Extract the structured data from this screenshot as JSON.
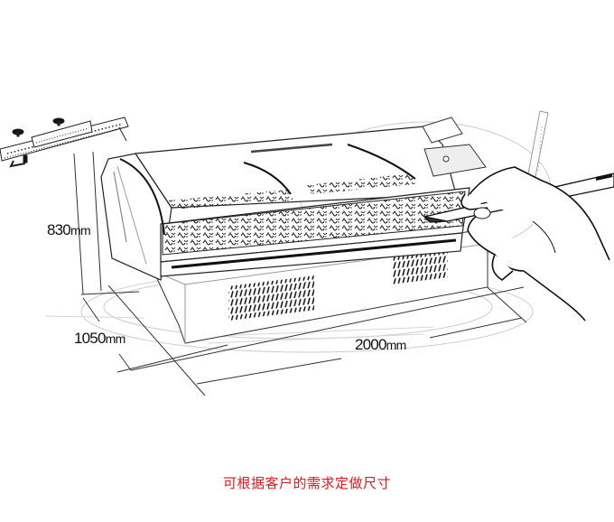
{
  "drawing": {
    "subject": "open-top refrigerated display cabinet sketch with hand holding pencil",
    "style": "pencil sketch, black lines on white"
  },
  "dimensions": {
    "height": {
      "value": "830",
      "unit": "mm"
    },
    "depth": {
      "value": "1050",
      "unit": "mm"
    },
    "width": {
      "value": "2000",
      "unit": "mm"
    }
  },
  "caption": {
    "text": "可根据客户的需求定做尺寸",
    "color": "#e8161c"
  },
  "colors": {
    "line": "#1a1a1a",
    "faint_line": "#bbbbbb",
    "background": "#ffffff"
  }
}
